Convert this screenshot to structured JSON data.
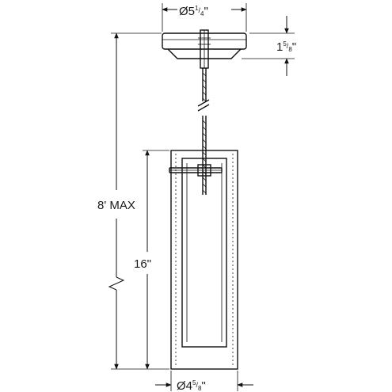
{
  "dimensions": {
    "canopy_diameter": {
      "symbol": "Ø",
      "whole": "5",
      "num": "1",
      "den": "4",
      "unit": "\""
    },
    "canopy_height": {
      "whole": "1",
      "num": "5",
      "den": "8",
      "unit": "\""
    },
    "overall_length": "8' MAX",
    "shade_height": "16\"",
    "shade_diameter": {
      "symbol": "Ø",
      "whole": "4",
      "num": "5",
      "den": "8",
      "unit": "\""
    }
  }
}
